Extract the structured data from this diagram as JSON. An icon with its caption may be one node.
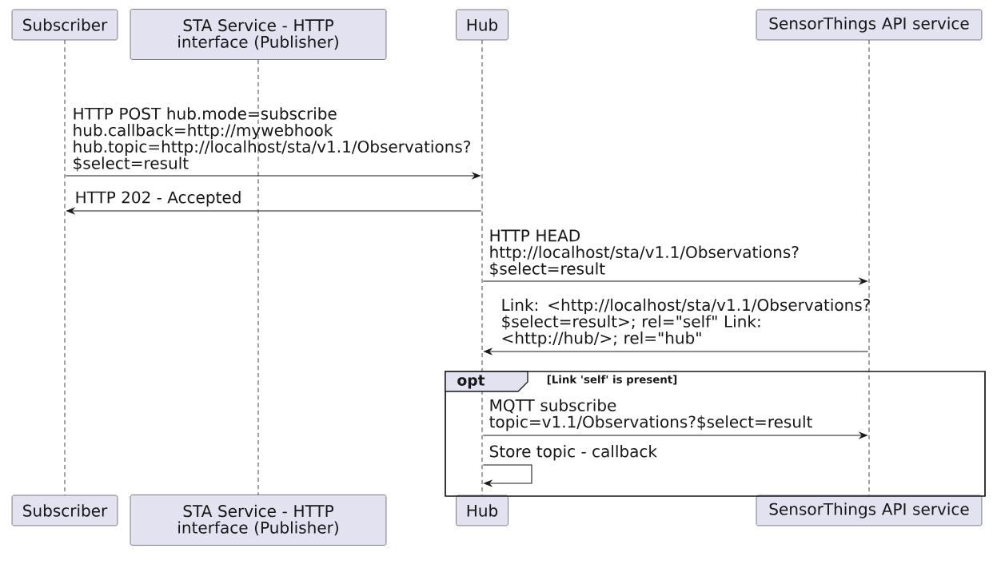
{
  "diagram": {
    "nodes": [
      {
        "text": [
          "Subscriber"
        ]
      },
      {
        "text": [
          "STA Service - HTTP interface (Publisher)"
        ]
      },
      {
        "text": [
          "Hub"
        ]
      },
      {
        "text": [
          "SensorThings API service"
        ]
      },
      {
        "text": [],
        "shape": "line"
      },
      {
        "text": [],
        "shape": "line"
      },
      {
        "text": [],
        "shape": "line"
      },
      {
        "text": [],
        "shape": "line"
      },
      {
        "text": [
          "Subscriber"
        ]
      },
      {
        "text": [
          "STA Service - HTTP interface (Publisher)"
        ]
      },
      {
        "text": [
          "Hub"
        ]
      },
      {
        "text": [
          "SensorThings API service"
        ]
      },
      {
        "text": [
          "opt",
          "[Link 'self' is present]"
        ]
      }
    ],
    "edges": [
      {
        "from": 4,
        "to": 6,
        "arrow": "to",
        "label": "HTTP POST hub.mode=subscribe hub.callback=http://mywebhook hub.topic=http://localhost/sta/v1.1/Observations? $select=result"
      },
      {
        "from": 6,
        "to": 4,
        "arrow": "to",
        "label": "HTTP 202 - Accepted"
      },
      {
        "from": 6,
        "to": 7,
        "arrow": "to",
        "label": "HTTP HEAD http://localhost/sta/v1.1/Observations? $select=result"
      },
      {
        "from": 7,
        "to": 6,
        "arrow": "to",
        "label": "Link: <http://localhost/sta/v1.1/Observations? $select=result>; rel=\"self\" Link: <http://hub/>; rel=\"hub\""
      },
      {
        "from": 6,
        "to": 7,
        "arrow": "to",
        "label": "MQTT subscribe topic=v1.1/Observations?$select=result"
      },
      {
        "from": 6,
        "to": 6,
        "arrow": "to",
        "label": "Store topic - callback"
      }
    ]
  }
}
